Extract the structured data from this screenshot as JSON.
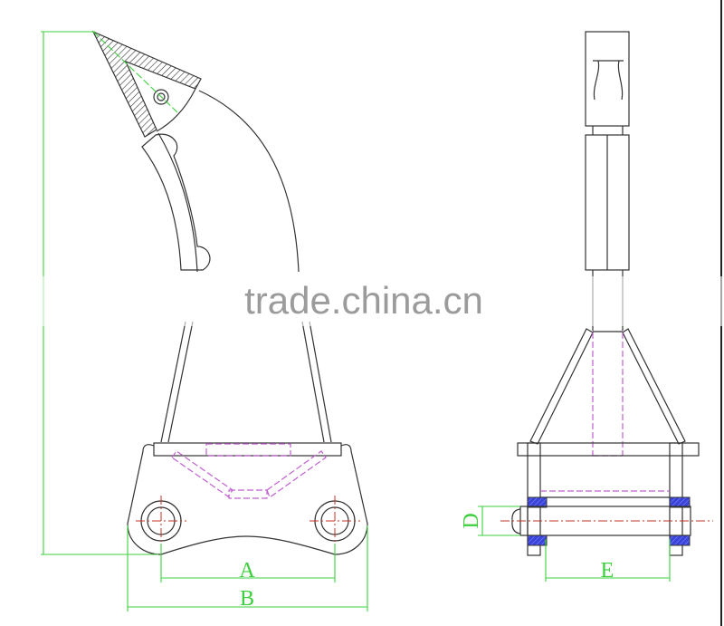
{
  "watermark": "trade.china.cn",
  "dimension_labels": {
    "a": "A",
    "b": "B",
    "d": "D",
    "e": "E"
  },
  "colors": {
    "outline": "#333333",
    "dimension": "#3ccf3c",
    "hidden_line": "#c060d0",
    "center_line": "#c03020",
    "section_fill": "#3a44d8"
  }
}
